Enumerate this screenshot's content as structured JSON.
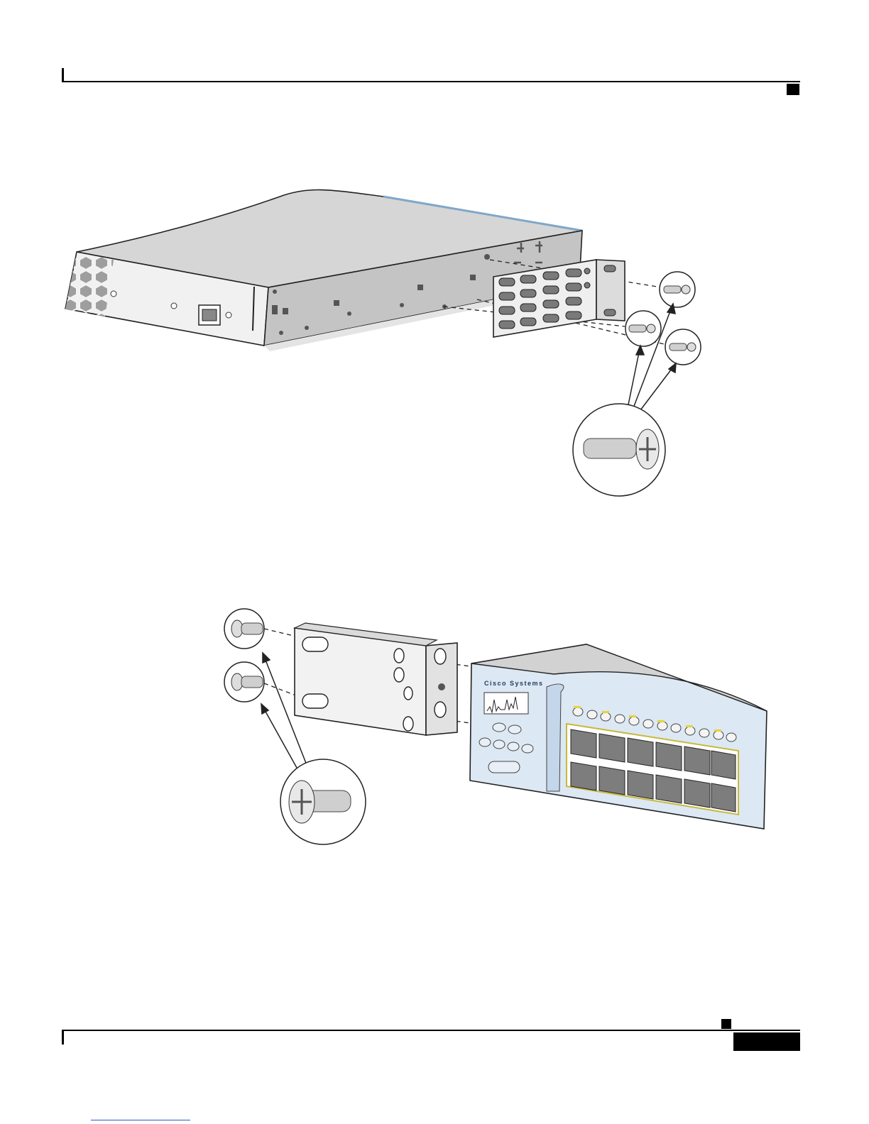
{
  "page": {
    "figure_top": {
      "name": "figure-top-side-bracket-install"
    },
    "figure_bottom": {
      "name": "figure-bottom-front-bracket-install",
      "brand_text": "Cisco Systems"
    }
  }
}
